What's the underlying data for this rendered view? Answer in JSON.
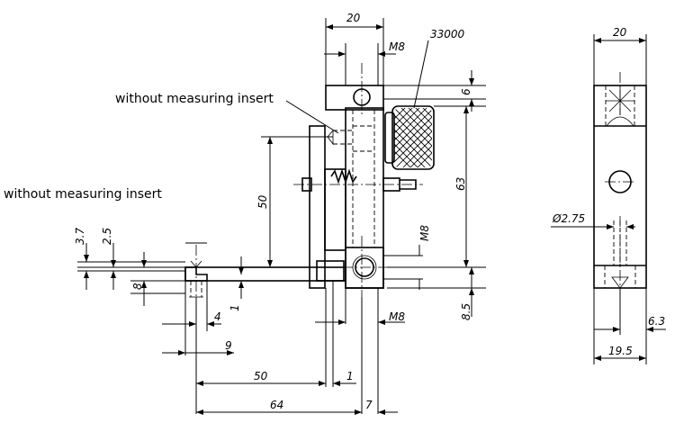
{
  "notes": {
    "without_insert_top": "without measuring insert",
    "without_insert_left": "without measuring insert"
  },
  "part_number": "33000",
  "dimensions": {
    "top_width": "20",
    "thread_top": "M8",
    "thread_right": "M8",
    "thread_bottom": "M8",
    "d6": "6",
    "d63": "63",
    "d50_vertical": "50",
    "d3_7": "3.7",
    "d2_5": "2.5",
    "d8": "8",
    "d1_vertical": "1",
    "d4": "4",
    "d9": "9",
    "d50_horizontal": "50",
    "d1_horizontal": "1",
    "d64": "64",
    "d7": "7",
    "d8_5": "8.5",
    "side_width": "20",
    "diameter": "Ø2.75",
    "d6_3": "6.3",
    "d19_5": "19.5"
  }
}
